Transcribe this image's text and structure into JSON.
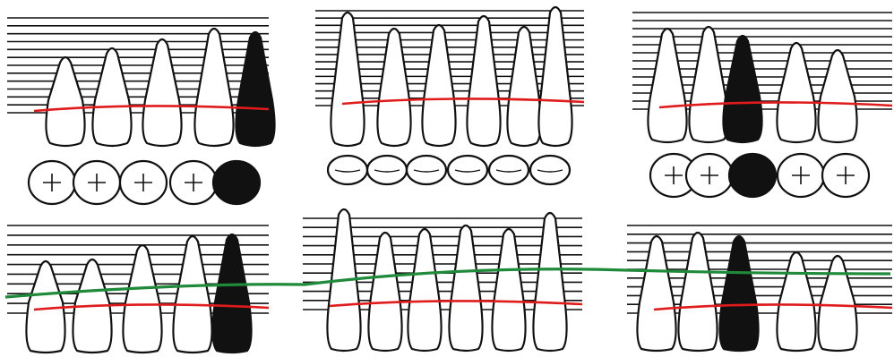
{
  "figure": {
    "ink_color": "#111111",
    "gum_line_color": "#e01b1b",
    "reference_line_color": "#1f8a3a",
    "background_color": "#ffffff"
  },
  "panels": [
    {
      "id": "upper-left",
      "hatch_lines": 13,
      "teeth": [
        "normal",
        "normal",
        "normal",
        "normal",
        "filled"
      ]
    },
    {
      "id": "upper-center",
      "hatch_lines": 14,
      "teeth": [
        "normal",
        "normal",
        "normal",
        "normal",
        "normal",
        "normal"
      ]
    },
    {
      "id": "upper-right",
      "hatch_lines": 13,
      "teeth": [
        "normal",
        "normal",
        "filled",
        "normal",
        "normal"
      ]
    },
    {
      "id": "lower-left",
      "hatch_lines": 10,
      "teeth": [
        "normal",
        "normal",
        "normal",
        "normal",
        "filled"
      ]
    },
    {
      "id": "lower-center",
      "hatch_lines": 11,
      "teeth": [
        "normal",
        "normal",
        "normal",
        "normal",
        "normal",
        "normal"
      ]
    },
    {
      "id": "lower-right",
      "hatch_lines": 11,
      "teeth": [
        "normal",
        "normal",
        "filled",
        "normal",
        "normal"
      ]
    }
  ],
  "occlusal_rows": [
    {
      "id": "occlusal-left",
      "crowns": [
        "molar",
        "molar",
        "molar",
        "premolar",
        "filled"
      ]
    },
    {
      "id": "occlusal-center",
      "crowns": [
        "incisor",
        "incisor",
        "incisor",
        "incisor",
        "incisor",
        "incisor"
      ]
    },
    {
      "id": "occlusal-right",
      "crowns": [
        "premolar",
        "premolar",
        "filled",
        "molar",
        "molar"
      ]
    }
  ]
}
